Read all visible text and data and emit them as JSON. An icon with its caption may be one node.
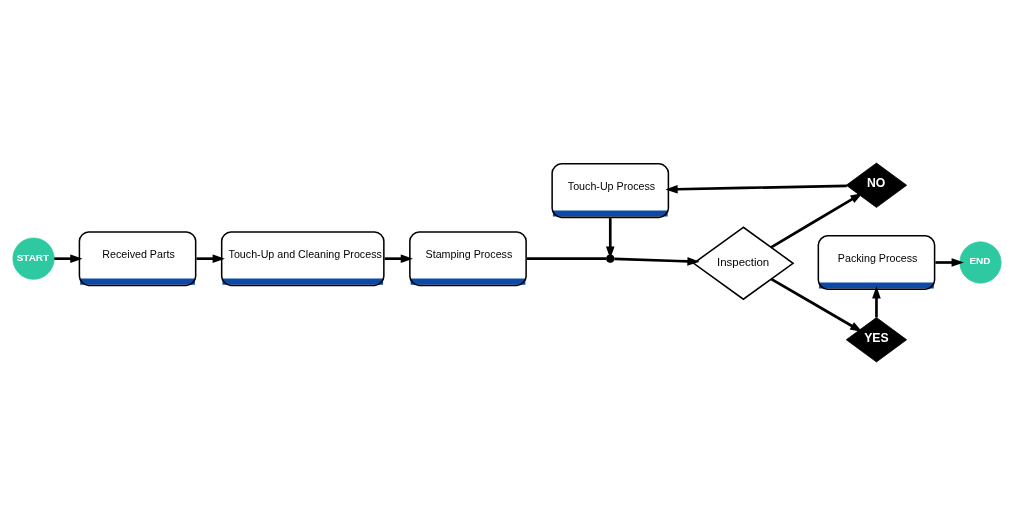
{
  "diagram": {
    "nodes": [
      {
        "text": [
          "START"
        ]
      },
      {
        "text": [
          "Received Parts"
        ]
      },
      {
        "text": [
          "Touch-Up and Cleaning Process"
        ]
      },
      {
        "text": [
          "Stamping Process"
        ]
      },
      {
        "text": [
          "Touch-Up Process"
        ]
      },
      {
        "text": [],
        "shape": "circle"
      },
      {
        "text": [
          "Inspection"
        ]
      },
      {
        "text": [
          "NO"
        ]
      },
      {
        "text": [
          "YES"
        ]
      },
      {
        "text": [
          "Packing Process"
        ]
      },
      {
        "text": [
          "END"
        ]
      }
    ],
    "edges": [
      {
        "from": 0,
        "to": 1,
        "arrow": "to"
      },
      {
        "from": 1,
        "to": 2,
        "arrow": "to"
      },
      {
        "from": 2,
        "to": 3,
        "arrow": "to"
      },
      {
        "from": 3,
        "to": 5,
        "arrow": "none"
      },
      {
        "from": 4,
        "to": 5,
        "arrow": "to"
      },
      {
        "from": 5,
        "to": 6,
        "arrow": "to"
      },
      {
        "from": 6,
        "to": 7,
        "arrow": "to"
      },
      {
        "from": 7,
        "to": 4,
        "arrow": "to"
      },
      {
        "from": 6,
        "to": 8,
        "arrow": "to"
      },
      {
        "from": 8,
        "to": 9,
        "arrow": "to"
      },
      {
        "from": 9,
        "to": 10,
        "arrow": "to"
      }
    ]
  }
}
